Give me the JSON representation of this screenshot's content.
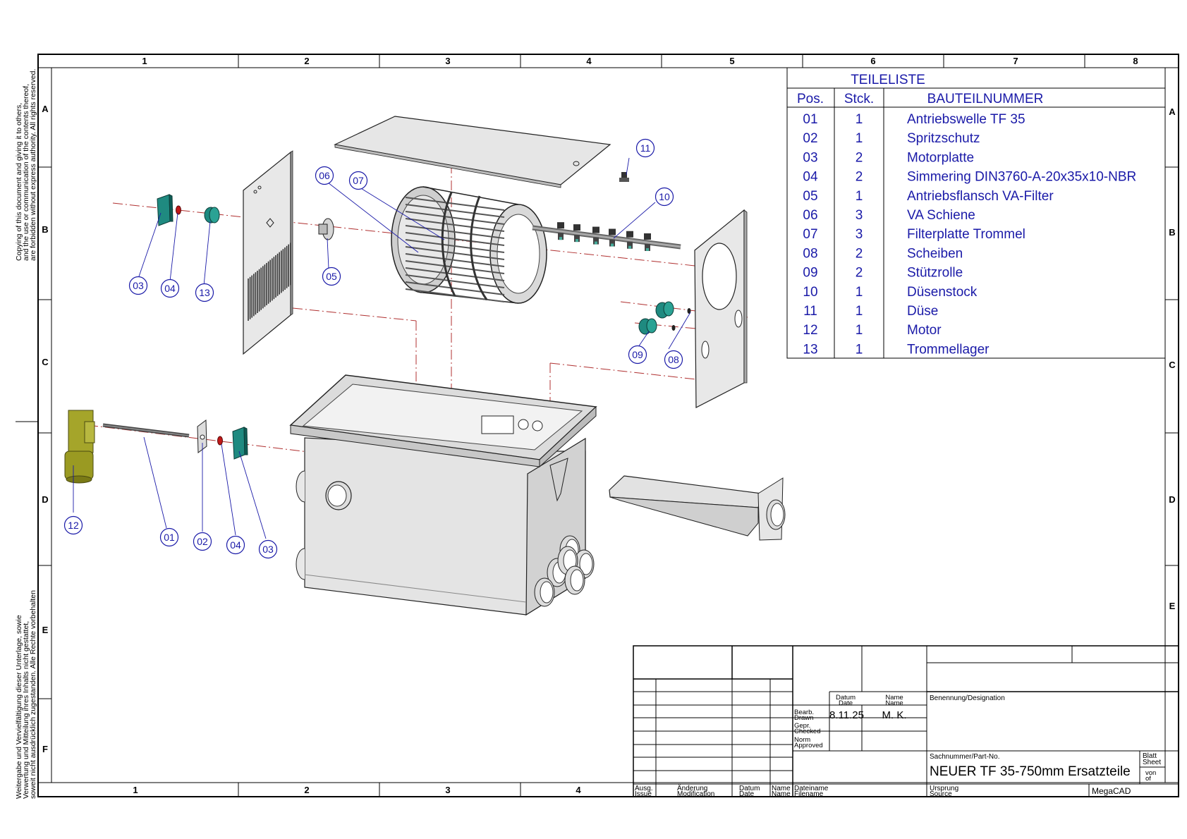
{
  "frame": {
    "columns_top": [
      "1",
      "2",
      "3",
      "4",
      "5",
      "6",
      "7",
      "8"
    ],
    "columns_bottom": [
      "1",
      "2",
      "3",
      "4"
    ],
    "rows_left": [
      "A",
      "B",
      "C",
      "D",
      "E",
      "F"
    ],
    "rows_right": [
      "A",
      "B",
      "C",
      "D",
      "E"
    ],
    "copyright_en": [
      "Copying of this document and giving it to others,",
      "and the use or communication of the contents thereof,",
      "are forbidden without express authority. All rights reserved."
    ],
    "copyright_de": [
      "Weitergabe und Vervielfältigung dieser Unterlage, sowie",
      "Verwertung und Mitteilung ihres Inhalts nicht gestattet,",
      "soweit nicht ausdrücklich zugestanden. Alle Rechte vorbehalten"
    ]
  },
  "parts_list": {
    "title": "TEILELISTE",
    "headers": [
      "Pos.",
      "Stck.",
      "BAUTEILNUMMER"
    ],
    "rows": [
      {
        "pos": "01",
        "qty": "1",
        "name": "Antriebswelle TF 35"
      },
      {
        "pos": "02",
        "qty": "1",
        "name": "Spritzschutz"
      },
      {
        "pos": "03",
        "qty": "2",
        "name": "Motorplatte"
      },
      {
        "pos": "04",
        "qty": "2",
        "name": "Simmering DIN3760-A-20x35x10-NBR"
      },
      {
        "pos": "05",
        "qty": "1",
        "name": "Antriebsflansch  VA-Filter"
      },
      {
        "pos": "06",
        "qty": "3",
        "name": "VA Schiene"
      },
      {
        "pos": "07",
        "qty": "3",
        "name": "Filterplatte Trommel"
      },
      {
        "pos": "08",
        "qty": "2",
        "name": "Scheiben"
      },
      {
        "pos": "09",
        "qty": "2",
        "name": "Stützrolle"
      },
      {
        "pos": "10",
        "qty": "1",
        "name": "Düsenstock"
      },
      {
        "pos": "11",
        "qty": "1",
        "name": "Düse"
      },
      {
        "pos": "12",
        "qty": "1",
        "name": "Motor"
      },
      {
        "pos": "13",
        "qty": "1",
        "name": "Trommellager"
      }
    ]
  },
  "balloons": [
    "03",
    "04",
    "13",
    "05",
    "06",
    "07",
    "11",
    "10",
    "09",
    "08",
    "12",
    "01",
    "02",
    "04",
    "03"
  ],
  "title_block": {
    "datum_date": [
      "Datum",
      "Date"
    ],
    "name_name": [
      "Name",
      "Name"
    ],
    "bearb": [
      "Bearb.",
      "Drawn"
    ],
    "gepr": [
      "Gepr.",
      "Checked"
    ],
    "norm": [
      "Norm",
      "Approved"
    ],
    "drawn_date": "8.11.25",
    "drawn_name": "M. K.",
    "designation_label": "Benennung/Designation",
    "part_no_label": "Sachnummer/Part-No.",
    "part_no": "NEUER TF 35-750mm Ersatzteile",
    "sheet_label": [
      "Blatt",
      "Sheet"
    ],
    "of_label": [
      "von",
      "of"
    ],
    "issue": [
      "Ausg.",
      "Issue"
    ],
    "modification": [
      "Änderung",
      "Modification"
    ],
    "rev_date": [
      "Datum",
      "Date"
    ],
    "rev_name": [
      "Name",
      "Name"
    ],
    "filename": [
      "Dateiname",
      "Filename"
    ],
    "source_label": [
      "Ursprung",
      "Source"
    ],
    "source": "MegaCAD"
  },
  "colors": {
    "balloon": "#1a1aa8",
    "centerline": "#b03030",
    "part_fill": "#e4e4e4",
    "teal": "#1f8a80",
    "motor": "#a5a52a",
    "seal": "#c01818"
  }
}
